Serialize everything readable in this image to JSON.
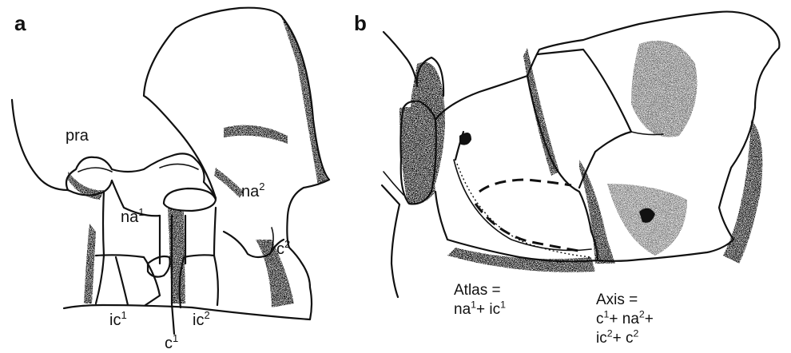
{
  "panels": {
    "a": "a",
    "b": "b"
  },
  "labels_a": {
    "pra": "pra",
    "na1": {
      "base": "na",
      "sup": "1"
    },
    "na2": {
      "base": "na",
      "sup": "2"
    },
    "c2": {
      "base": "c",
      "sup": "2"
    },
    "ic1": {
      "base": "ic",
      "sup": "1"
    },
    "ic2": {
      "base": "ic",
      "sup": "2"
    },
    "c1": {
      "base": "c",
      "sup": "1"
    }
  },
  "caption_atlas": {
    "line1": "Atlas =",
    "line2_part1": "na",
    "line2_sup1": "1",
    "line2_part2": "+ ic",
    "line2_sup2": "1"
  },
  "caption_axis": {
    "line1": "Axis =",
    "line2_part1": "c",
    "line2_sup1": "1",
    "line2_part2": "+ na",
    "line2_sup2": "2",
    "line2_part3": "+",
    "line3_part1": "ic",
    "line3_sup1": "2",
    "line3_part2": "+ c",
    "line3_sup2": "2"
  },
  "colors": {
    "ink": "#111111",
    "background": "#ffffff"
  }
}
